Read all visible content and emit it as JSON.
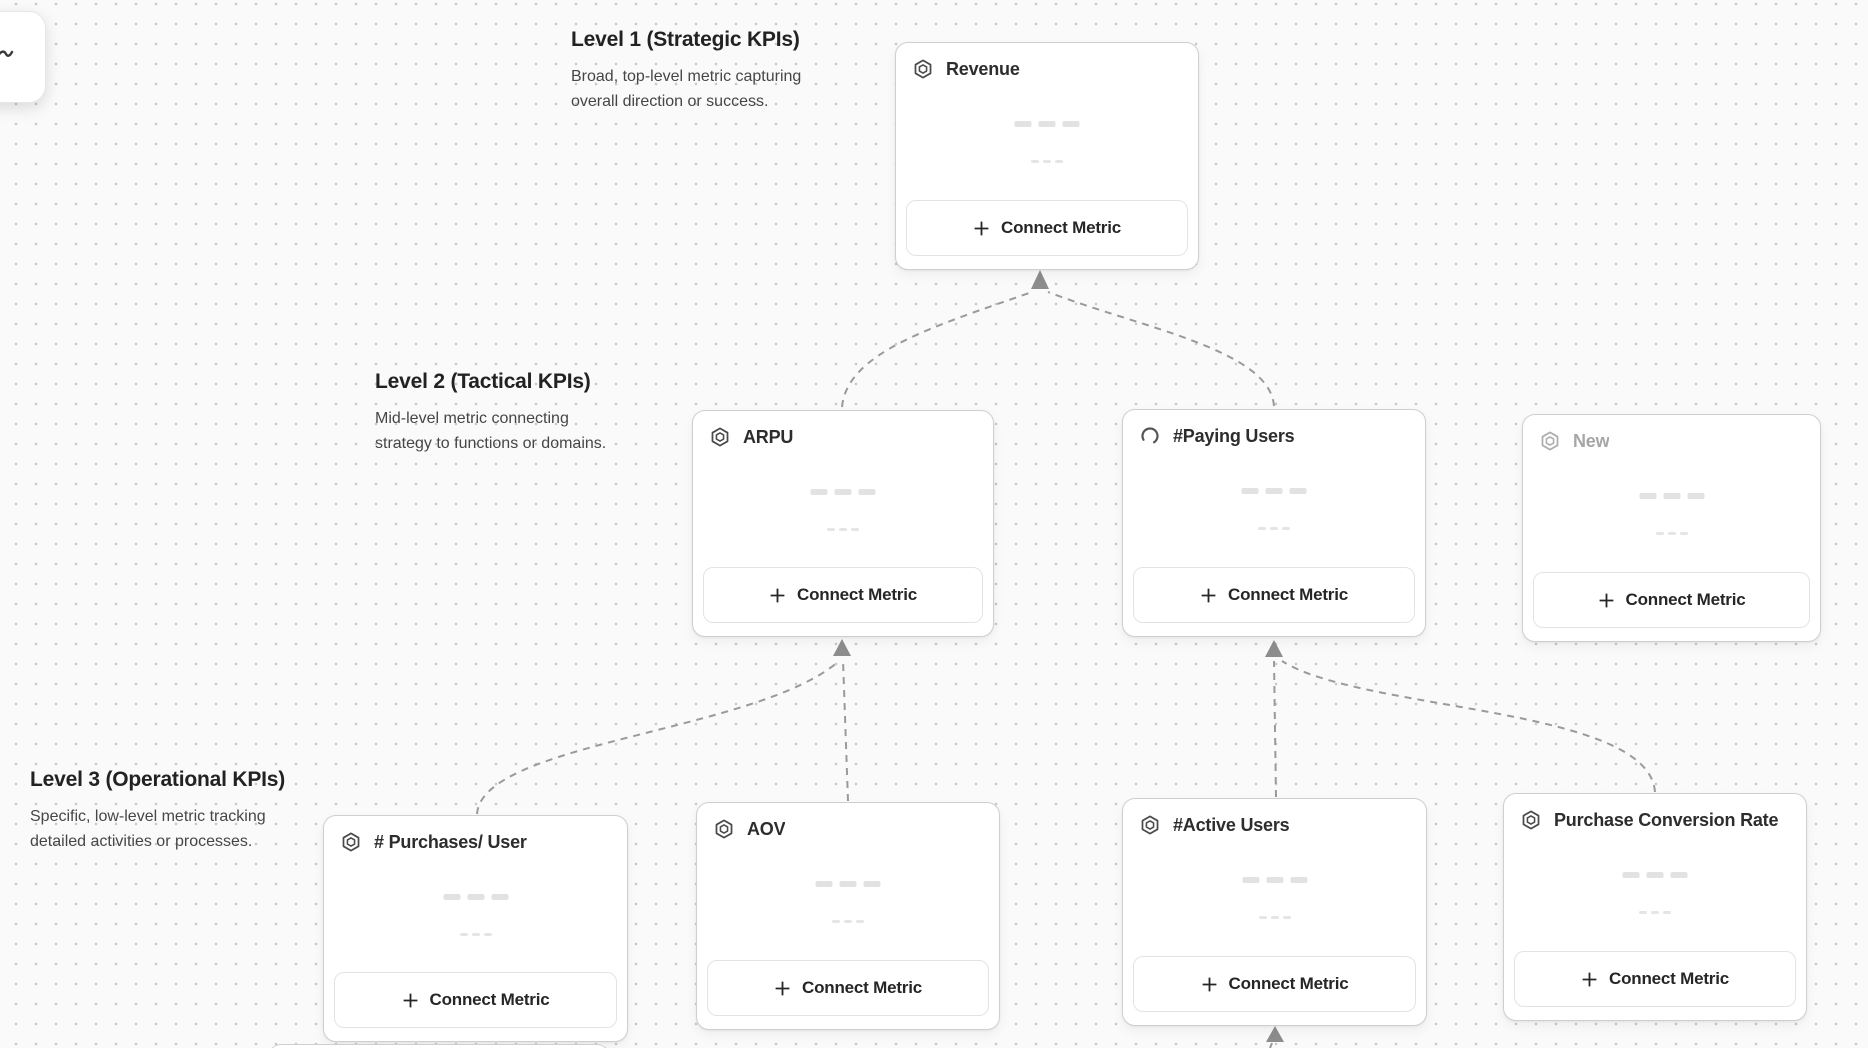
{
  "canvas": {
    "background": "#fafafa",
    "dot_color": "#c9c9c9",
    "edge_color": "#9a9a9a",
    "arrow_color": "#8d8d8d"
  },
  "levels": [
    {
      "heading": "Level 1 (Strategic KPIs)",
      "description": "Broad, top-level metric capturing overall direction or success."
    },
    {
      "heading": "Level 2 (Tactical KPIs)",
      "description": "Mid-level metric connecting strategy to functions or domains."
    },
    {
      "heading": "Level 3 (Operational KPIs)",
      "description": "Specific, low-level metric tracking detailed activities or processes."
    }
  ],
  "labels": {
    "connect_metric": "Connect Metric"
  },
  "cards": [
    {
      "title": "Revenue",
      "icon": "metric-hexagon-icon",
      "level": 1,
      "state": "default"
    },
    {
      "title": "ARPU",
      "icon": "metric-hexagon-icon",
      "level": 2,
      "state": "default"
    },
    {
      "title": "#Paying Users",
      "icon": "spinner-icon",
      "level": 2,
      "state": "loading"
    },
    {
      "title": "New",
      "icon": "metric-hexagon-icon",
      "level": 2,
      "state": "draft"
    },
    {
      "title": "# Purchases/ User",
      "icon": "metric-hexagon-icon",
      "level": 3,
      "state": "default"
    },
    {
      "title": "AOV",
      "icon": "metric-hexagon-icon",
      "level": 3,
      "state": "default"
    },
    {
      "title": "#Active Users",
      "icon": "metric-hexagon-icon",
      "level": 3,
      "state": "default"
    },
    {
      "title": "Purchase Conversion Rate",
      "icon": "metric-hexagon-icon",
      "level": 3,
      "state": "default"
    }
  ],
  "edges": [
    {
      "from": "ARPU",
      "to": "Revenue"
    },
    {
      "from": "#Paying Users",
      "to": "Revenue"
    },
    {
      "from": "# Purchases/ User",
      "to": "ARPU"
    },
    {
      "from": "AOV",
      "to": "ARPU"
    },
    {
      "from": "#Active Users",
      "to": "#Paying Users"
    },
    {
      "from": "Purchase Conversion Rate",
      "to": "#Paying Users"
    },
    {
      "from": "offscreen-card",
      "to": "#Active Users"
    }
  ]
}
